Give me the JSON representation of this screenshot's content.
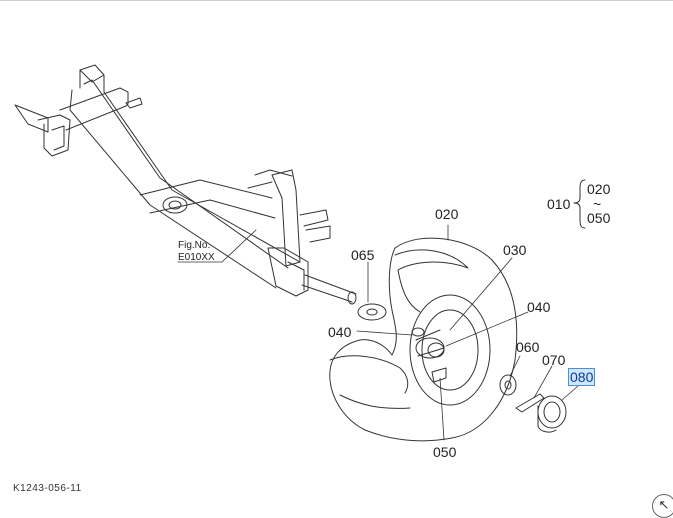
{
  "figure": {
    "fig_no_label": "Fig.No.",
    "fig_no_value": "E010XX",
    "drawing_code": "K1243-056-11"
  },
  "range_note": {
    "parent": "010",
    "from": "020",
    "tilde": "~",
    "to": "050"
  },
  "callouts": [
    {
      "id": "020",
      "text": "020"
    },
    {
      "id": "030",
      "text": "030"
    },
    {
      "id": "040a",
      "text": "040"
    },
    {
      "id": "040b",
      "text": "040"
    },
    {
      "id": "050",
      "text": "050"
    },
    {
      "id": "060",
      "text": "060"
    },
    {
      "id": "065",
      "text": "065"
    },
    {
      "id": "070",
      "text": "070"
    },
    {
      "id": "080",
      "text": "080",
      "selected": true
    }
  ],
  "colors": {
    "line": "#333333",
    "highlight_bg": "#cfe6ff",
    "highlight_border": "#4a90d9"
  },
  "corner_icon": "expand-arrow-icon"
}
